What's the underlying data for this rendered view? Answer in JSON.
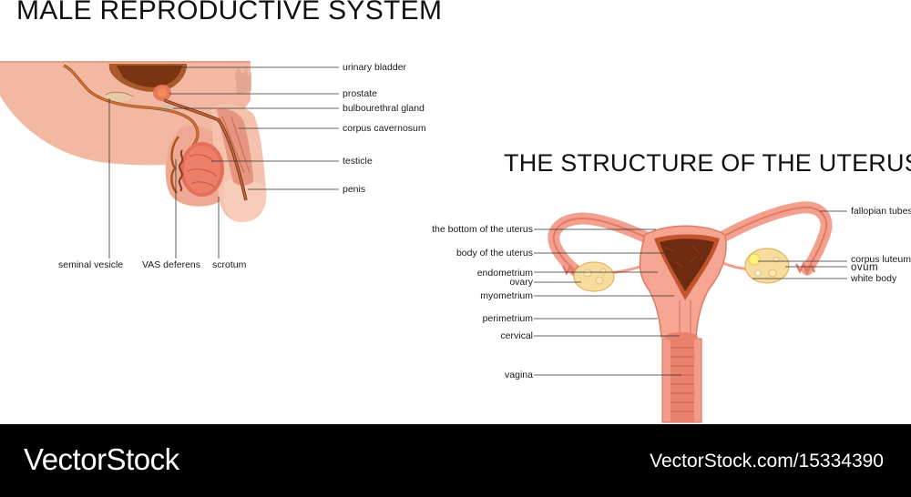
{
  "male": {
    "title": "MALE REPRODUCTIVE SYSTEM",
    "labels": {
      "urinary_bladder": "urinary bladder",
      "prostate": "prostate",
      "bulbourethral_gland": "bulbourethral gland",
      "corpus_cavernosum": "corpus cavernosum",
      "testicle": "testicle",
      "penis": "penis",
      "seminal_vesicle": "seminal vesicle",
      "vas_deferens": "VAS deferens",
      "scrotum": "scrotum"
    }
  },
  "uterus": {
    "title": "THE STRUCTURE OF THE UTERUS",
    "labels": {
      "fallopian_tubes": "fallopian tubes",
      "bottom_of_uterus": "the bottom of the uterus",
      "body_of_uterus": "body of the uterus",
      "corpus_luteum": "corpus luteum",
      "ovum": "ovum",
      "white_body": "white body",
      "endometrium": "endometrium",
      "ovary": "ovary",
      "myometrium": "myometrium",
      "perimetrium": "perimetrium",
      "cervical": "cervical",
      "vagina": "vagina"
    }
  },
  "footer": {
    "brand": "VectorStock",
    "url": "VectorStock.com/15334390"
  },
  "colors": {
    "skin": "#f2b8a2",
    "tissue": "#e8806a",
    "uterus_wall": "#f08f7c",
    "dark_tissue": "#7a3412",
    "ovary": "#f7dca0",
    "footer_bg": "#000000"
  }
}
